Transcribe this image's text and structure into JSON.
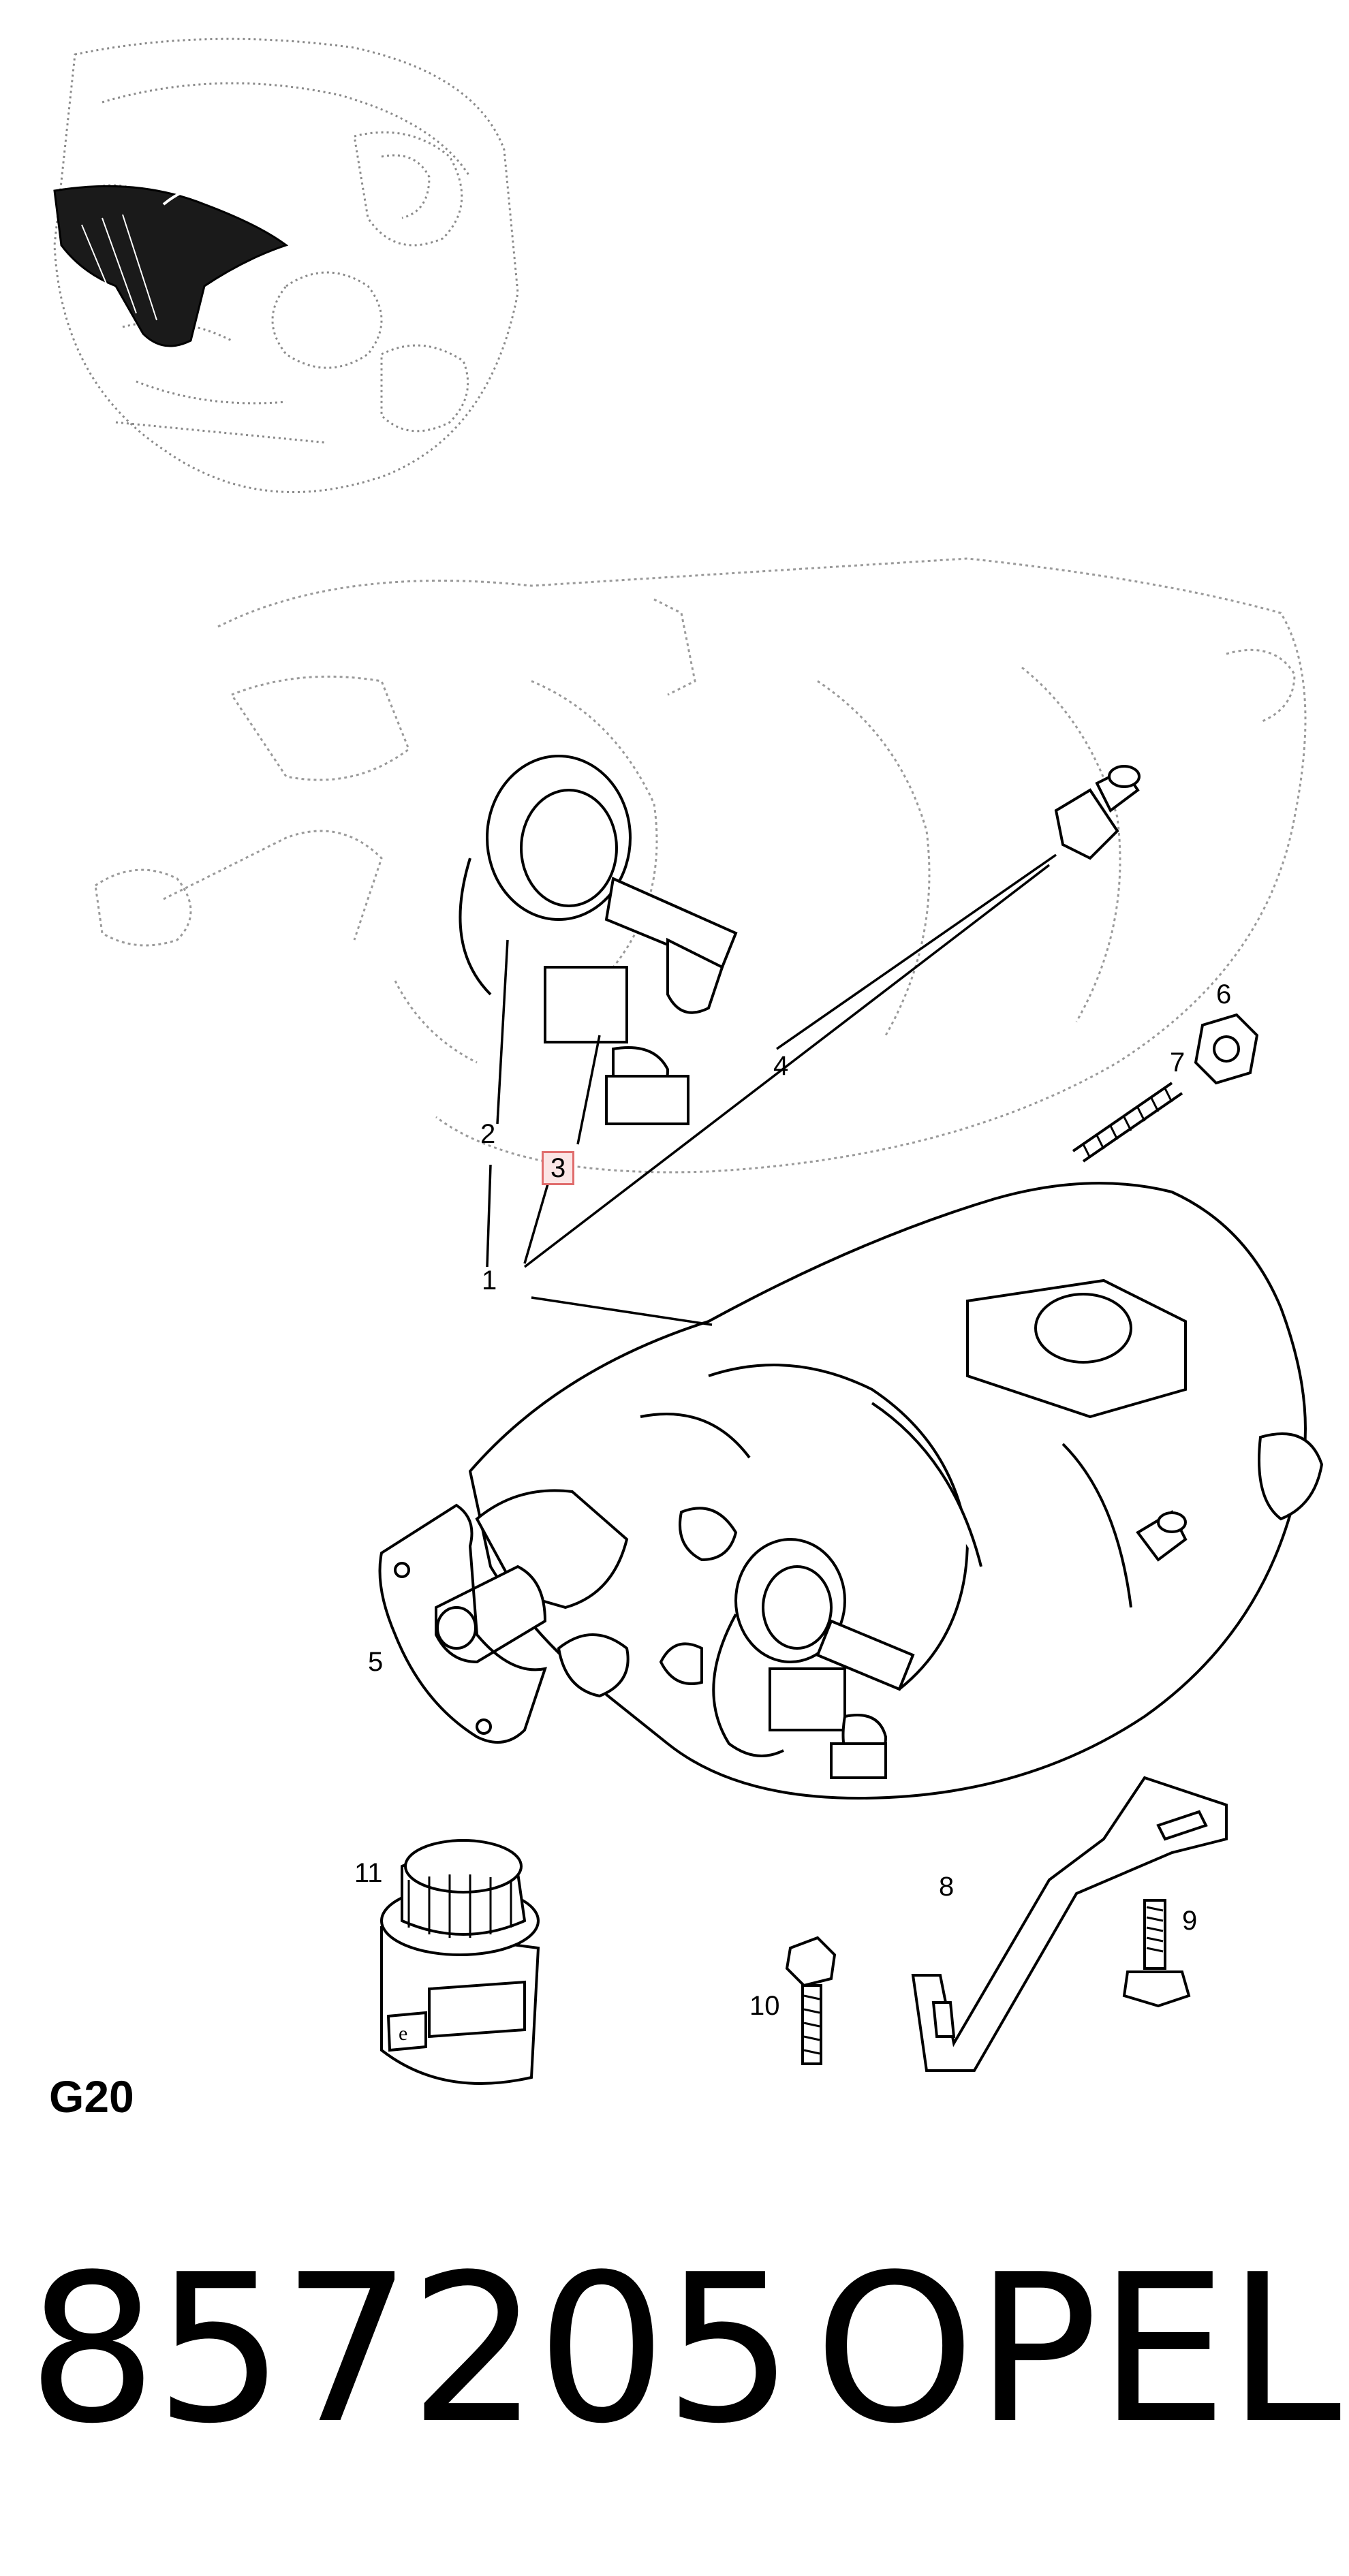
{
  "callouts": [
    {
      "id": "1",
      "label": "1"
    },
    {
      "id": "2",
      "label": "2"
    },
    {
      "id": "3",
      "label": "3",
      "highlighted": true
    },
    {
      "id": "4",
      "label": "4"
    },
    {
      "id": "5",
      "label": "5"
    },
    {
      "id": "6",
      "label": "6"
    },
    {
      "id": "7",
      "label": "7"
    },
    {
      "id": "8",
      "label": "8"
    },
    {
      "id": "9",
      "label": "9"
    },
    {
      "id": "10",
      "label": "10"
    },
    {
      "id": "11",
      "label": "11"
    }
  ],
  "footer": {
    "engine_code": "G20",
    "part_number": "857205",
    "brand": "OPEL"
  },
  "colors": {
    "ink": "#000000",
    "ghost_ink": "#9a9a9a",
    "highlight_fill": "#fbe5e5",
    "highlight_border": "#e06d6d"
  },
  "icons": [
    "engine-block-thumbnail",
    "intake-manifold-ghost",
    "intake-manifold",
    "vacuum-actuator",
    "nut-icon",
    "stud-icon",
    "bracket-icon",
    "bolt-icon",
    "sealant-tube-icon",
    "gasket-icon"
  ]
}
